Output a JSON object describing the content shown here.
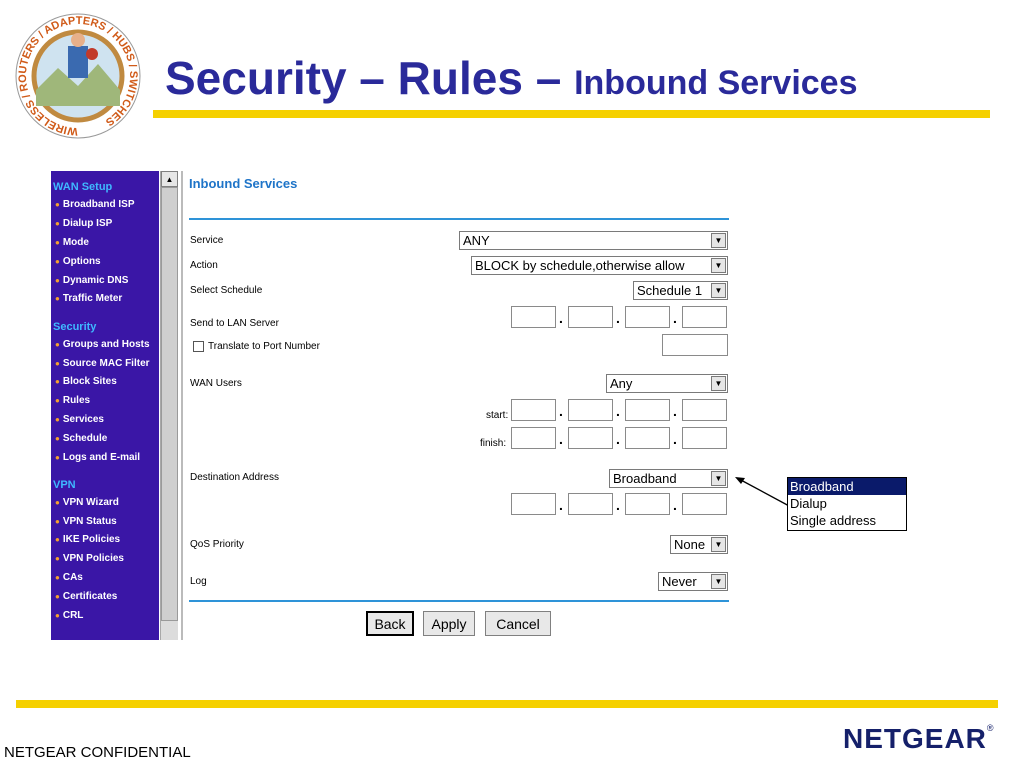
{
  "slide": {
    "title_main": "Security – Rules – ",
    "title_sub": "Inbound Services",
    "footer_left": "NETGEAR CONFIDENTIAL",
    "brand": "NETGEAR",
    "brand_mark": "®",
    "accent_color": "#f5d000",
    "title_color": "#2a2a9a"
  },
  "logo": {
    "ring_words": [
      "WIRELESS",
      "ROUTERS",
      "ADAPTERS",
      "HUBS",
      "SWITCHES"
    ]
  },
  "sidebar": {
    "sections": [
      {
        "title": "WAN Setup",
        "items": [
          "Broadband ISP",
          "Dialup ISP",
          "Mode",
          "Options",
          "Dynamic DNS",
          "Traffic Meter"
        ]
      },
      {
        "title": "Security",
        "items": [
          "Groups and Hosts",
          "Source MAC Filter",
          "Block Sites",
          "Rules",
          "Services",
          "Schedule",
          "Logs and E-mail"
        ]
      },
      {
        "title": "VPN",
        "items": [
          "VPN Wizard",
          "VPN Status",
          "IKE Policies",
          "VPN Policies",
          "CAs",
          "Certificates",
          "CRL"
        ]
      }
    ]
  },
  "form": {
    "title": "Inbound Services",
    "service_label": "Service",
    "service_value": "ANY",
    "action_label": "Action",
    "action_value": "BLOCK by schedule,otherwise allow",
    "schedule_label": "Select Schedule",
    "schedule_value": "Schedule 1",
    "lan_server_label": "Send to LAN Server",
    "translate_label": "Translate to Port Number",
    "wan_users_label": "WAN Users",
    "wan_users_value": "Any",
    "start_label": "start:",
    "finish_label": "finish:",
    "dest_label": "Destination Address",
    "dest_value": "Broadband",
    "qos_label": "QoS Priority",
    "qos_value": "None",
    "log_label": "Log",
    "log_value": "Never"
  },
  "buttons": {
    "back": "Back",
    "apply": "Apply",
    "cancel": "Cancel"
  },
  "dropdown_popup": {
    "options": [
      "Broadband",
      "Dialup",
      "Single address"
    ],
    "selected": "Broadband"
  }
}
